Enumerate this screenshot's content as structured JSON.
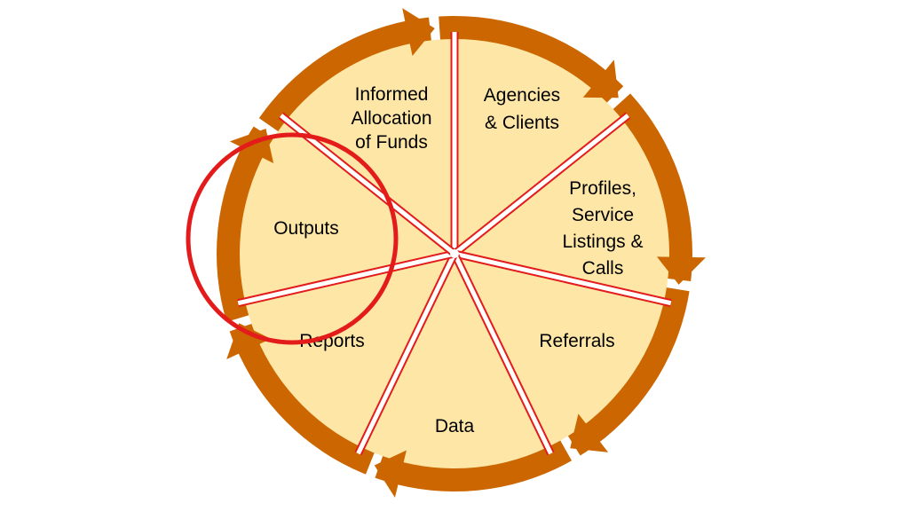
{
  "diagram": {
    "segments": [
      {
        "id": "agencies-clients",
        "lines": [
          "Agencies",
          "& Clients"
        ]
      },
      {
        "id": "profiles-service-listings-calls",
        "lines": [
          "Profiles,",
          "Service",
          "Listings &",
          "Calls"
        ]
      },
      {
        "id": "referrals",
        "lines": [
          "Referrals"
        ]
      },
      {
        "id": "data",
        "lines": [
          "Data"
        ]
      },
      {
        "id": "reports",
        "lines": [
          "Reports"
        ]
      },
      {
        "id": "outputs",
        "lines": [
          "Outputs"
        ]
      },
      {
        "id": "informed-allocation-of-funds",
        "lines": [
          "Informed",
          "Allocation",
          "of Funds"
        ]
      }
    ],
    "highlighted_segment": "outputs",
    "colors": {
      "segment_fill": "#FDE6A6",
      "arrow": "#CC6600",
      "divider_edge": "#E31B1B",
      "divider_core": "#FFFFFF",
      "highlight_circle": "#E31B1B",
      "text": "#000000"
    }
  }
}
